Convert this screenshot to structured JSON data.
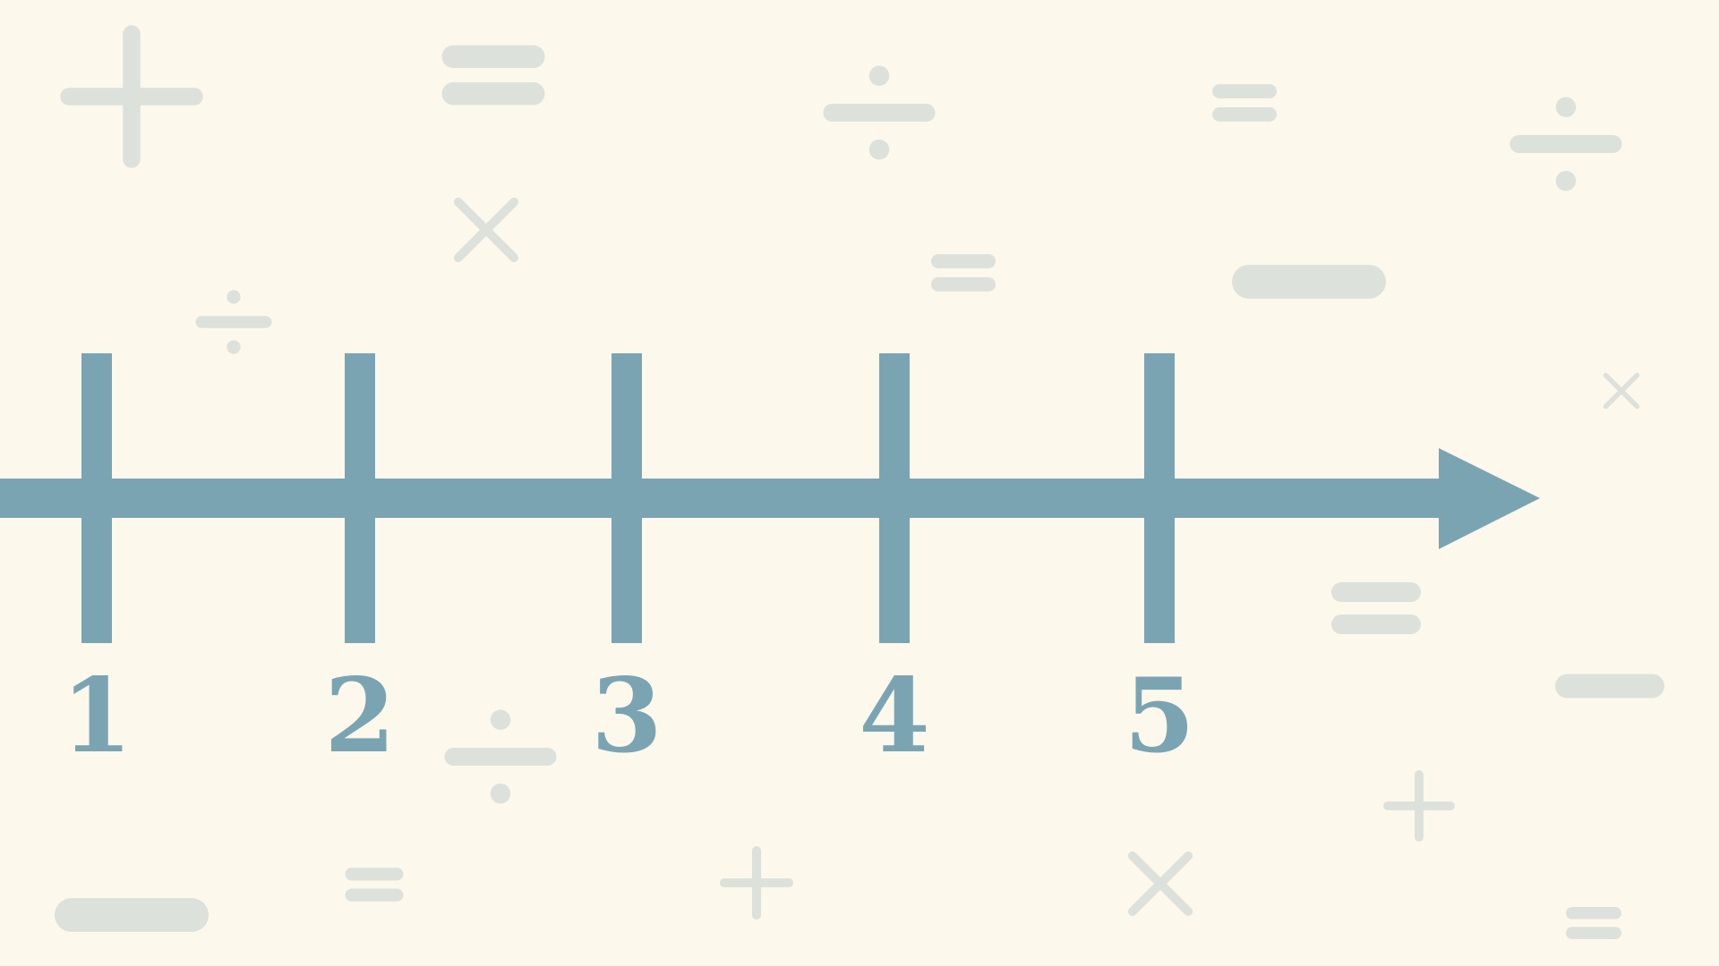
{
  "colors": {
    "background": "#FCF8EC",
    "number_line": "#7BA4B3",
    "decoration": "#DDE1DB"
  },
  "number_line": {
    "direction": "right",
    "ticks": [
      {
        "label": "1"
      },
      {
        "label": "2"
      },
      {
        "label": "3"
      },
      {
        "label": "4"
      },
      {
        "label": "5"
      }
    ]
  },
  "decorations": [
    {
      "symbol": "plus"
    },
    {
      "symbol": "equals"
    },
    {
      "symbol": "divide"
    },
    {
      "symbol": "equals"
    },
    {
      "symbol": "divide"
    },
    {
      "symbol": "times"
    },
    {
      "symbol": "equals"
    },
    {
      "symbol": "minus"
    },
    {
      "symbol": "divide"
    },
    {
      "symbol": "times"
    },
    {
      "symbol": "equals"
    },
    {
      "symbol": "minus"
    },
    {
      "symbol": "divide"
    },
    {
      "symbol": "plus"
    },
    {
      "symbol": "times"
    },
    {
      "symbol": "plus"
    },
    {
      "symbol": "minus"
    },
    {
      "symbol": "equals"
    },
    {
      "symbol": "equals"
    }
  ]
}
